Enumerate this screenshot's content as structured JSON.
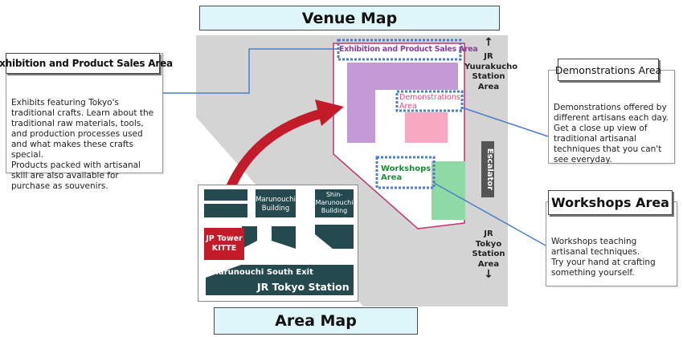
{
  "venue_map": {
    "title": "Venue Map",
    "labels": {
      "exhibition": "Exhibition and Product Sales Area",
      "demonstrations": "Demonstrations\nArea",
      "workshops": "Workshops\nArea",
      "escalator": "Escalator",
      "jr_yuurakucho": "JR\nYuurakucho\nStation\nArea",
      "jr_tokyo": "JR\nTokyo\nStation\nArea",
      "arrow_up": "↑",
      "arrow_down": "↓"
    },
    "colors": {
      "floor": "#d4d4d4",
      "venue_border": "#c4306e",
      "exhibition": "#c39ad6",
      "demonstrations": "#f8a9c2",
      "workshops": "#8fd9a4",
      "escalator": "#555555",
      "dotted": "#4d7fc9",
      "callout_line": "#4d7fc9",
      "red_arrow": "#c21b2a",
      "exhibition_text": "#8b3fa0",
      "demonstrations_text": "#e0477f",
      "workshops_text": "#1f8a3a"
    }
  },
  "callouts": {
    "exhibition": {
      "title": "Exhibition and Product Sales Area",
      "body": "Exhibits featuring Tokyo's traditional crafts. Learn about the traditional raw materials, tools, and production processes used and what makes these crafts special.\nProducts packed with artisanal skill are also available for purchase as souvenirs."
    },
    "demonstrations": {
      "title": "Demonstrations Area",
      "body": "Demonstrations offered by different artisans each day. Get a close up view of traditional artisanal techniques that you can't see everyday."
    },
    "workshops": {
      "title": "Workshops Area",
      "body": "Workshops teaching artisanal techniques.\nTry your hand at crafting something yourself."
    }
  },
  "area_map": {
    "title": "Area Map",
    "buildings": {
      "marunouchi": "Marunouchi\nBuilding",
      "shin_marunouchi": "Shin-\nMarunouchi\nBuilding",
      "jp_tower": "JP Tower\nKITTE"
    },
    "station": {
      "exit": "Marunouchi South Exit",
      "name": "JR Tokyo Station"
    },
    "colors": {
      "building": "#244a4f",
      "jp_tower": "#c21b2a",
      "background": "#ffffff"
    }
  }
}
